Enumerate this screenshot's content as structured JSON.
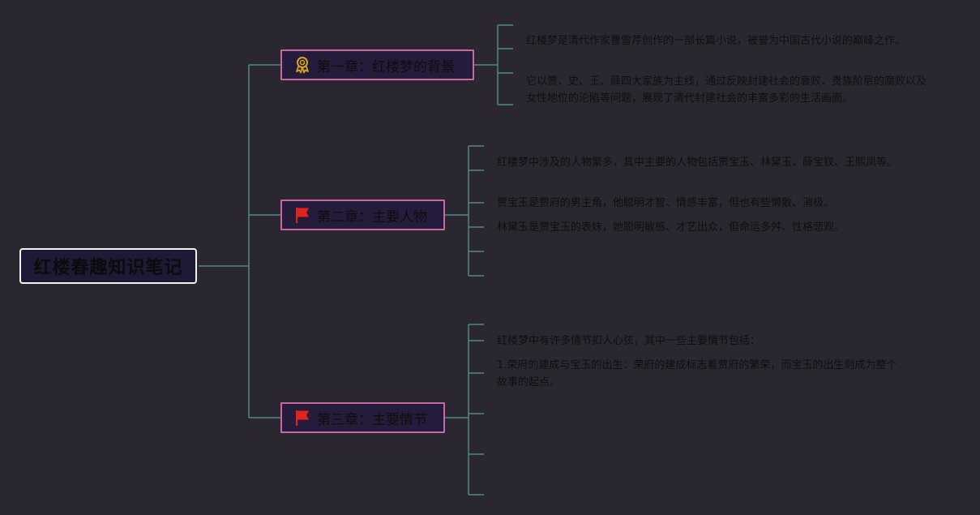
{
  "root": {
    "label": "红楼春趣知识笔记"
  },
  "topics": [
    {
      "label": "第一章：红楼梦的背景",
      "icon": "award-ribbon-icon",
      "notes": [
        "红楼梦是清代作家曹雪芹创作的一部长篇小说，被誉为中国古代小说的巅峰之作。",
        "它以贾、史、王、薛四大家族为主线，通过反映封建社会的衰败、贵族阶层的腐败以及女性地位的沦陷等问题，展现了清代封建社会的丰富多彩的生活画面。"
      ]
    },
    {
      "label": "第二章：主要人物",
      "icon": "red-flag-icon",
      "notes": [
        "红楼梦中涉及的人物繁多，其中主要的人物包括贾宝玉、林黛玉、薛宝钗、王熙凤等。",
        "贾宝玉是贾府的男主角，他聪明才智、情感丰富，但也有些懒散、消极。",
        "林黛玉是贾宝玉的表妹，她聪明敏感、才艺出众，但命运多舛、性格悲观。"
      ]
    },
    {
      "label": "第三章：主要情节",
      "icon": "red-flag-icon",
      "notes": [
        "红楼梦中有许多情节扣人心弦，其中一些主要情节包括：",
        "1.荣府的建成与宝玉的出生：荣府的建成标志着贾府的繁荣，而宝玉的出生则成为整个故事的起点。"
      ]
    }
  ],
  "colors": {
    "background": "#2b2731",
    "connector": "#4f8a86",
    "topic_border": "#c9679f",
    "root_border": "#f2f2f2",
    "flag": "#e0231b",
    "award": "#d9a21e"
  }
}
